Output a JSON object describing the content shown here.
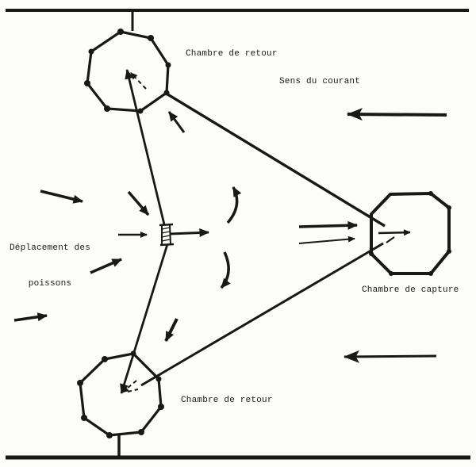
{
  "title": "Fish trap diagram (scanned figure)",
  "colors": {
    "ink": "#181818",
    "paper": "#fcfcfa"
  },
  "labels": {
    "chamber_return_top": "Chambre de retour",
    "current_direction": "Sens du courant",
    "chamber_capture": "Chambre de capture",
    "chamber_return_bottom": "Chambre de retour",
    "fish_movement_line1": "Déplacement des",
    "fish_movement_line2": "poissons"
  },
  "icons": {
    "current_arrows": "left-pointing bold arrows (direction of water current)",
    "fish_arrows": "right/inward arrows (fish movement toward trap entrance)",
    "eddy_arrows": "curved arrows inside funnel",
    "chambers": "stake-built polygonal chambers (dots = stakes)"
  }
}
